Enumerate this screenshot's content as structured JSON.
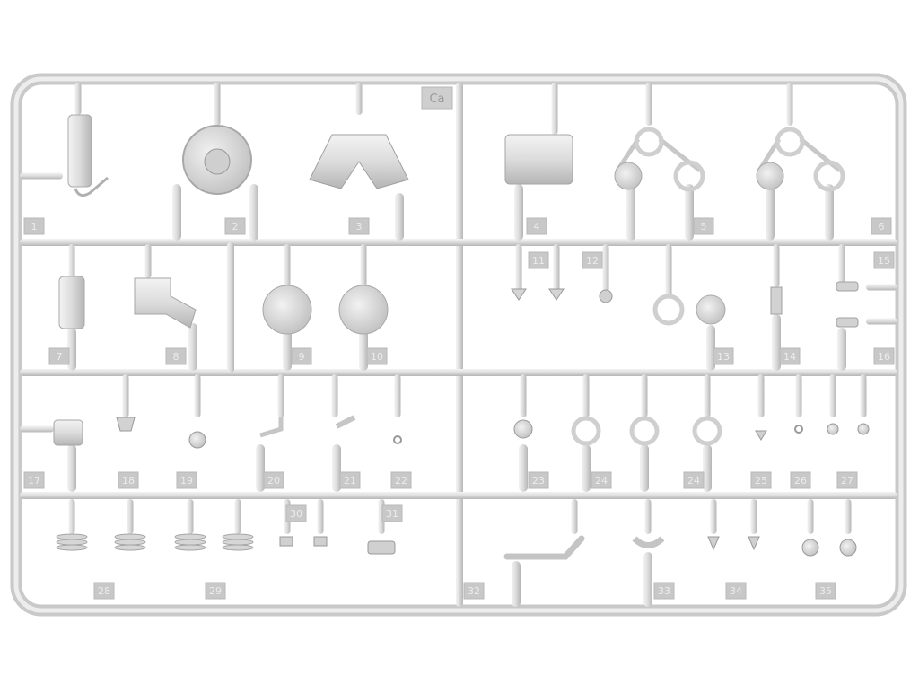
{
  "image": {
    "subject": "plastic model kit sprue",
    "sprue_letter": "Ca"
  },
  "colors": {
    "background": "#ffffff",
    "plastic": "#d9d9d9",
    "plastic_light": "#ececec",
    "plastic_shadow": "#a9a9a9",
    "tag_fill": "#c8c8c8",
    "tag_text": "#ececec"
  },
  "part_numbers": [
    "1",
    "2",
    "3",
    "4",
    "5",
    "6",
    "7",
    "8",
    "9",
    "10",
    "11",
    "12",
    "13",
    "14",
    "15",
    "16",
    "17",
    "18",
    "19",
    "20",
    "21",
    "22",
    "23",
    "24",
    "24",
    "25",
    "26",
    "27",
    "28",
    "29",
    "30",
    "31",
    "32",
    "33",
    "34",
    "35"
  ]
}
